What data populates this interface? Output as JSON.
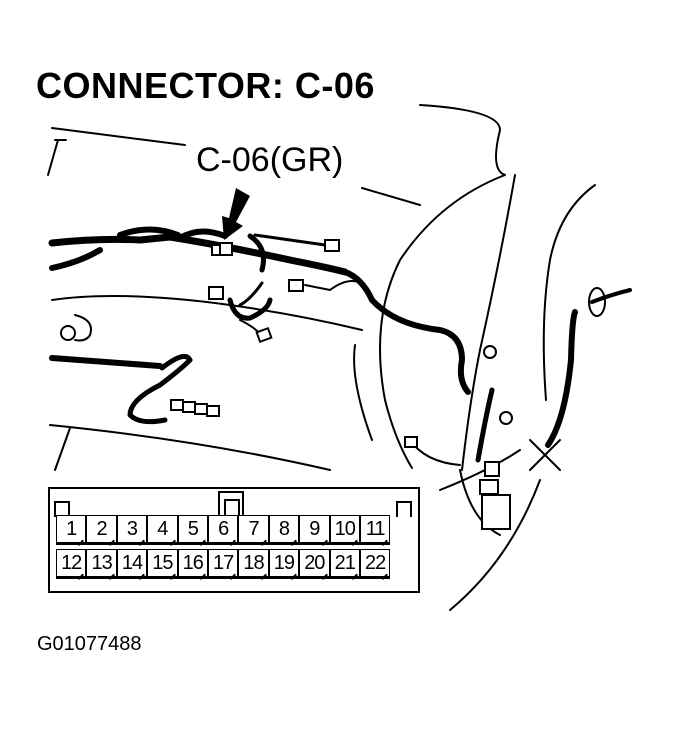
{
  "diagram": {
    "title": "CONNECTOR: C-06",
    "callout_label": "C-06(GR)",
    "figure_id": "G01077488",
    "connector": {
      "name": "C-06",
      "color_code": "GR",
      "row1_pins": [
        "1",
        "2",
        "3",
        "4",
        "5",
        "6",
        "7",
        "8",
        "9",
        "10",
        "11"
      ],
      "row2_pins": [
        "12",
        "13",
        "14",
        "15",
        "16",
        "17",
        "18",
        "19",
        "20",
        "21",
        "22"
      ]
    },
    "colors": {
      "ink": "#000000",
      "background": "#ffffff"
    }
  }
}
